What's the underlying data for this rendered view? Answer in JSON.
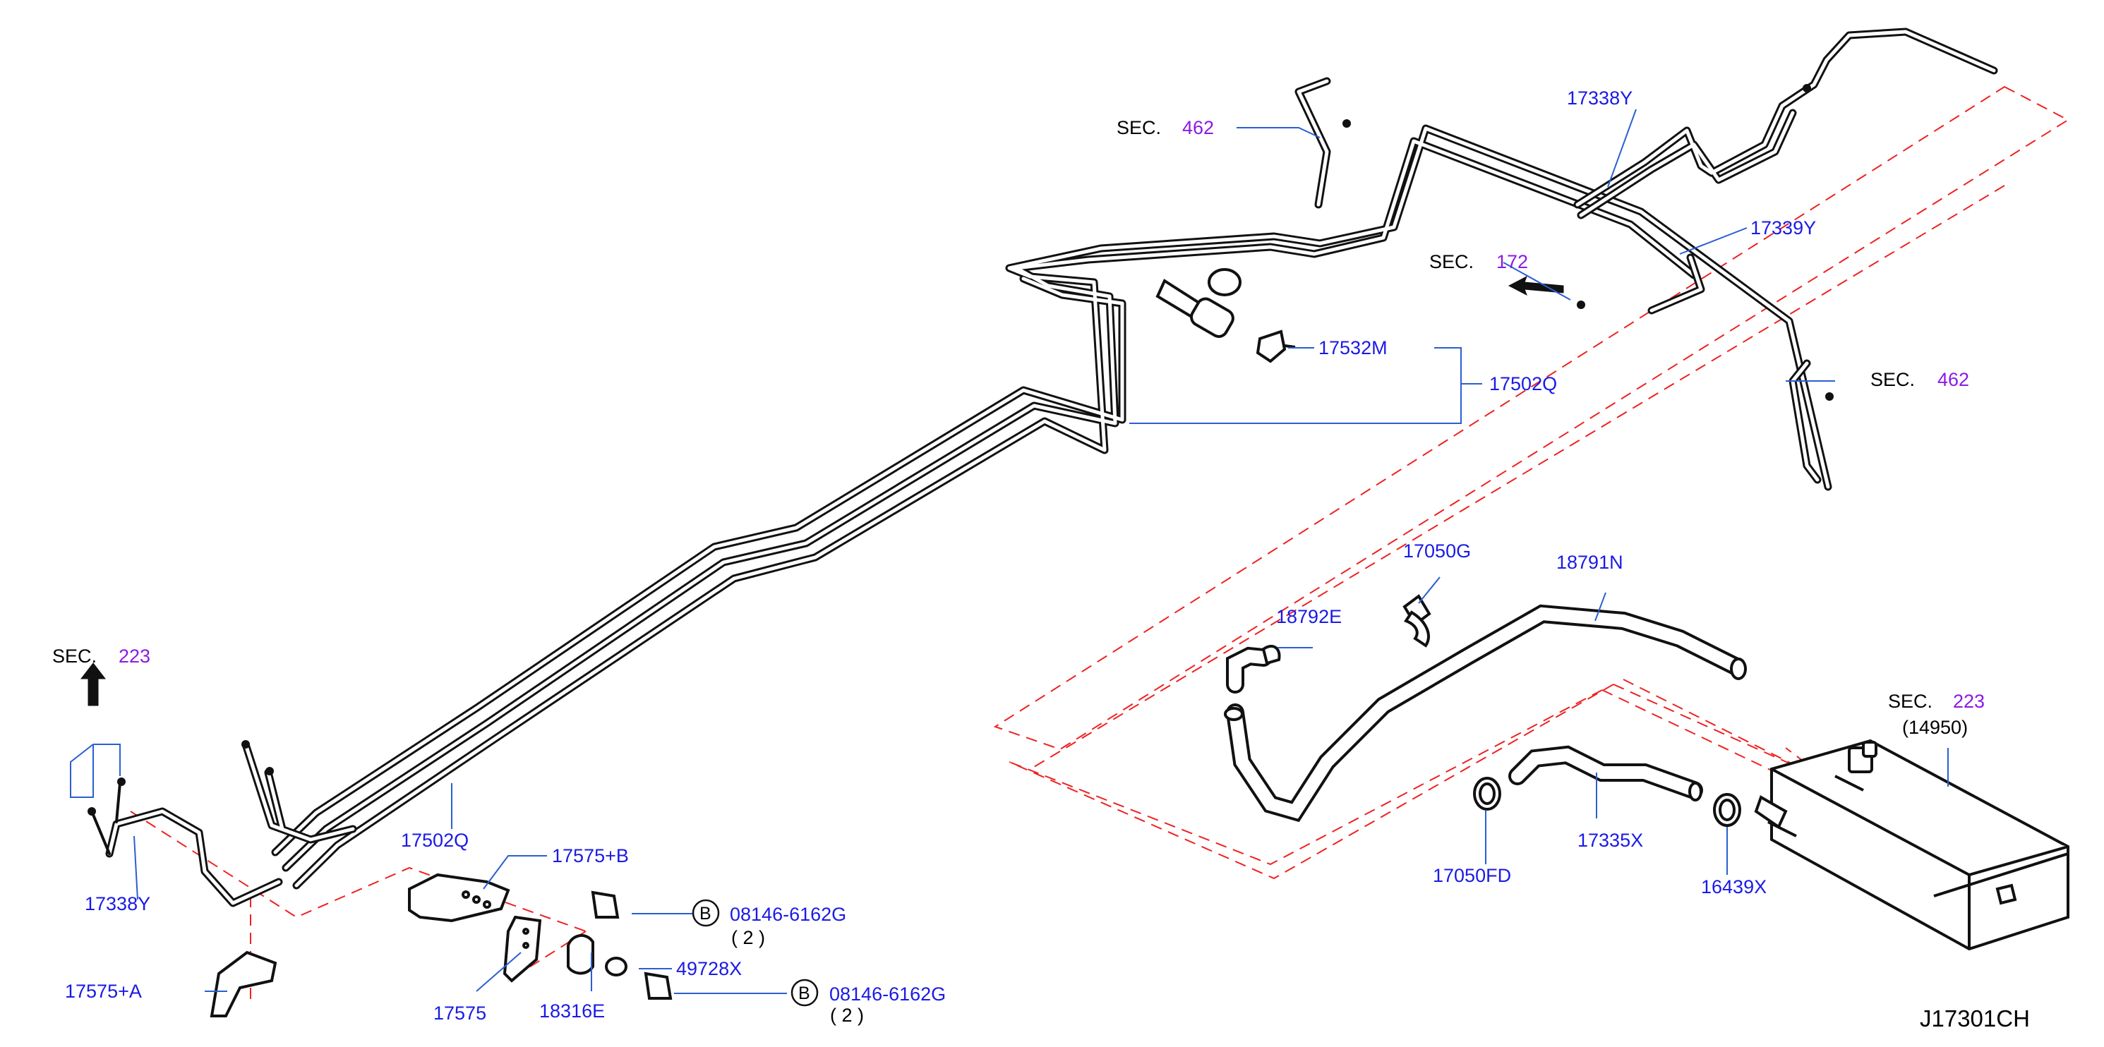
{
  "colors": {
    "part_number": "#1a1ae6",
    "section_number": "#8b1ae6",
    "leader": "#2a5fd0",
    "phantom": "#ee2222",
    "part": "#111111",
    "text": "#000000"
  },
  "sections": {
    "sec_462_top": {
      "label": "SEC.",
      "num": "462"
    },
    "sec_172": {
      "label": "SEC.",
      "num": "172"
    },
    "sec_462_right": {
      "label": "SEC.",
      "num": "462"
    },
    "sec_223_left": {
      "label": "SEC.",
      "num": "223"
    },
    "sec_223_right": {
      "label": "SEC.",
      "num": "223",
      "ref": "(14950)"
    }
  },
  "parts": {
    "p17338y_top": "17338Y",
    "p17339y": "17339Y",
    "p17532m": "17532M",
    "p17502q_right": "17502Q",
    "p17502q_lower": "17502Q",
    "p17338y_left": "17338Y",
    "p17575b": "17575+B",
    "p17575a": "17575+A",
    "p17575": "17575",
    "p18316e": "18316E",
    "p49728x": "49728X",
    "p08146_upper": "08146-6162G",
    "p08146_lower": "08146-6162G",
    "p17050g": "17050G",
    "p18791n": "18791N",
    "p18792e": "18792E",
    "p17050fd": "17050FD",
    "p17335x": "17335X",
    "p16439x": "16439X"
  },
  "bolt_symbol": "B",
  "quantities": {
    "upper": "( 2 )",
    "lower": "( 2 )"
  },
  "diagram_code": "J17301CH",
  "icons": [
    "fuel-tube",
    "canister",
    "hose",
    "clamp",
    "bolt",
    "bracket",
    "arrow-up",
    "arrow-left"
  ]
}
